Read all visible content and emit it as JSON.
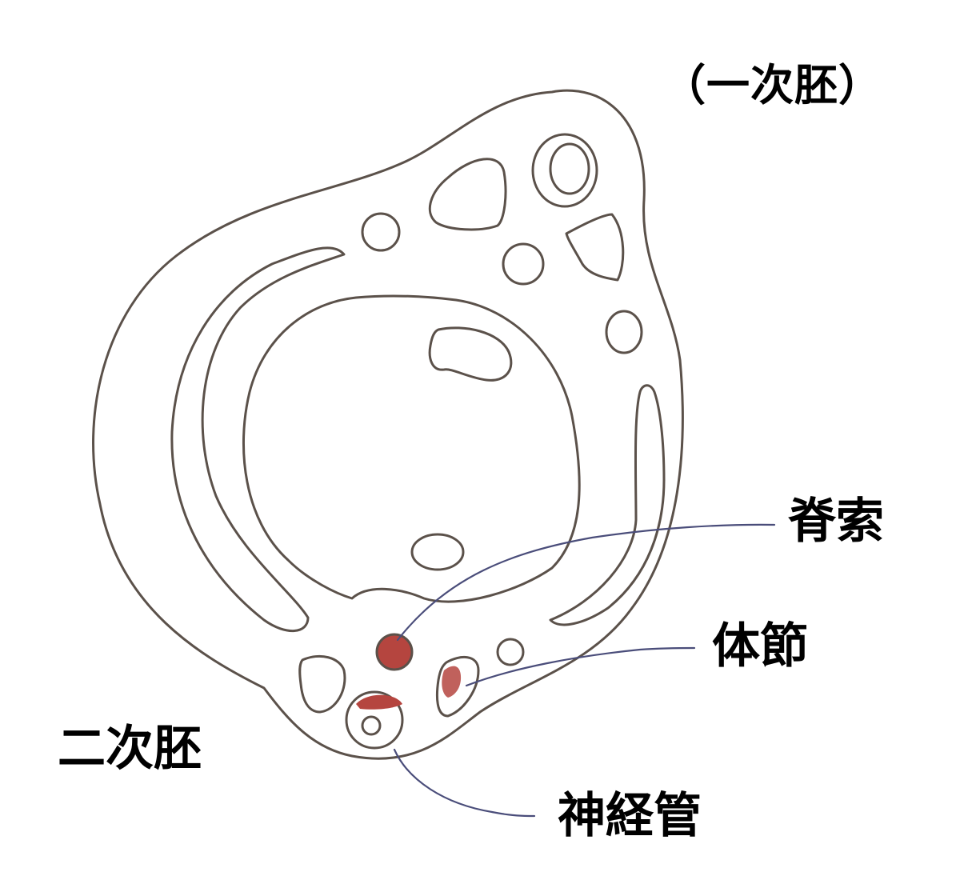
{
  "labels": {
    "primary_embryo": "（一次胚）",
    "notochord": "脊索",
    "somite": "体節",
    "secondary_embryo": "二次胚",
    "neural_tube": "神経管"
  },
  "colors": {
    "outline": "#5b514a",
    "highlight": "#b5453f",
    "leader_line": "#4a4d7a",
    "background": "#ffffff"
  }
}
